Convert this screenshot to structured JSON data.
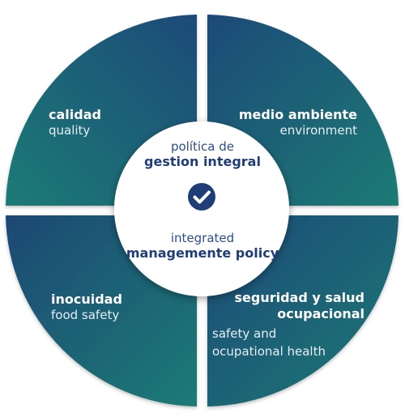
{
  "quadrants": {
    "top_left": {
      "title": "calidad",
      "subtitle": "quality"
    },
    "top_right": {
      "title": "medio ambiente",
      "subtitle": "environment"
    },
    "bottom_left": {
      "title": "inocuidad",
      "subtitle": "food safety"
    },
    "bottom_right": {
      "title_line1": "seguridad y salud",
      "title_line2": "ocupacional",
      "subtitle_line1": "safety and",
      "subtitle_line2": "ocupational health"
    }
  },
  "center": {
    "es_line1": "política de",
    "es_line2": "gestion integral",
    "en_line1": "integrated",
    "en_line2": "managemente policy"
  },
  "icons": {
    "center_icon": "check-circle-icon"
  },
  "colors": {
    "quadrant_dark": "#1d4a73",
    "quadrant_teal": "#1e7874",
    "center_text": "#1f3e78",
    "check_fill": "#1f3e78"
  }
}
